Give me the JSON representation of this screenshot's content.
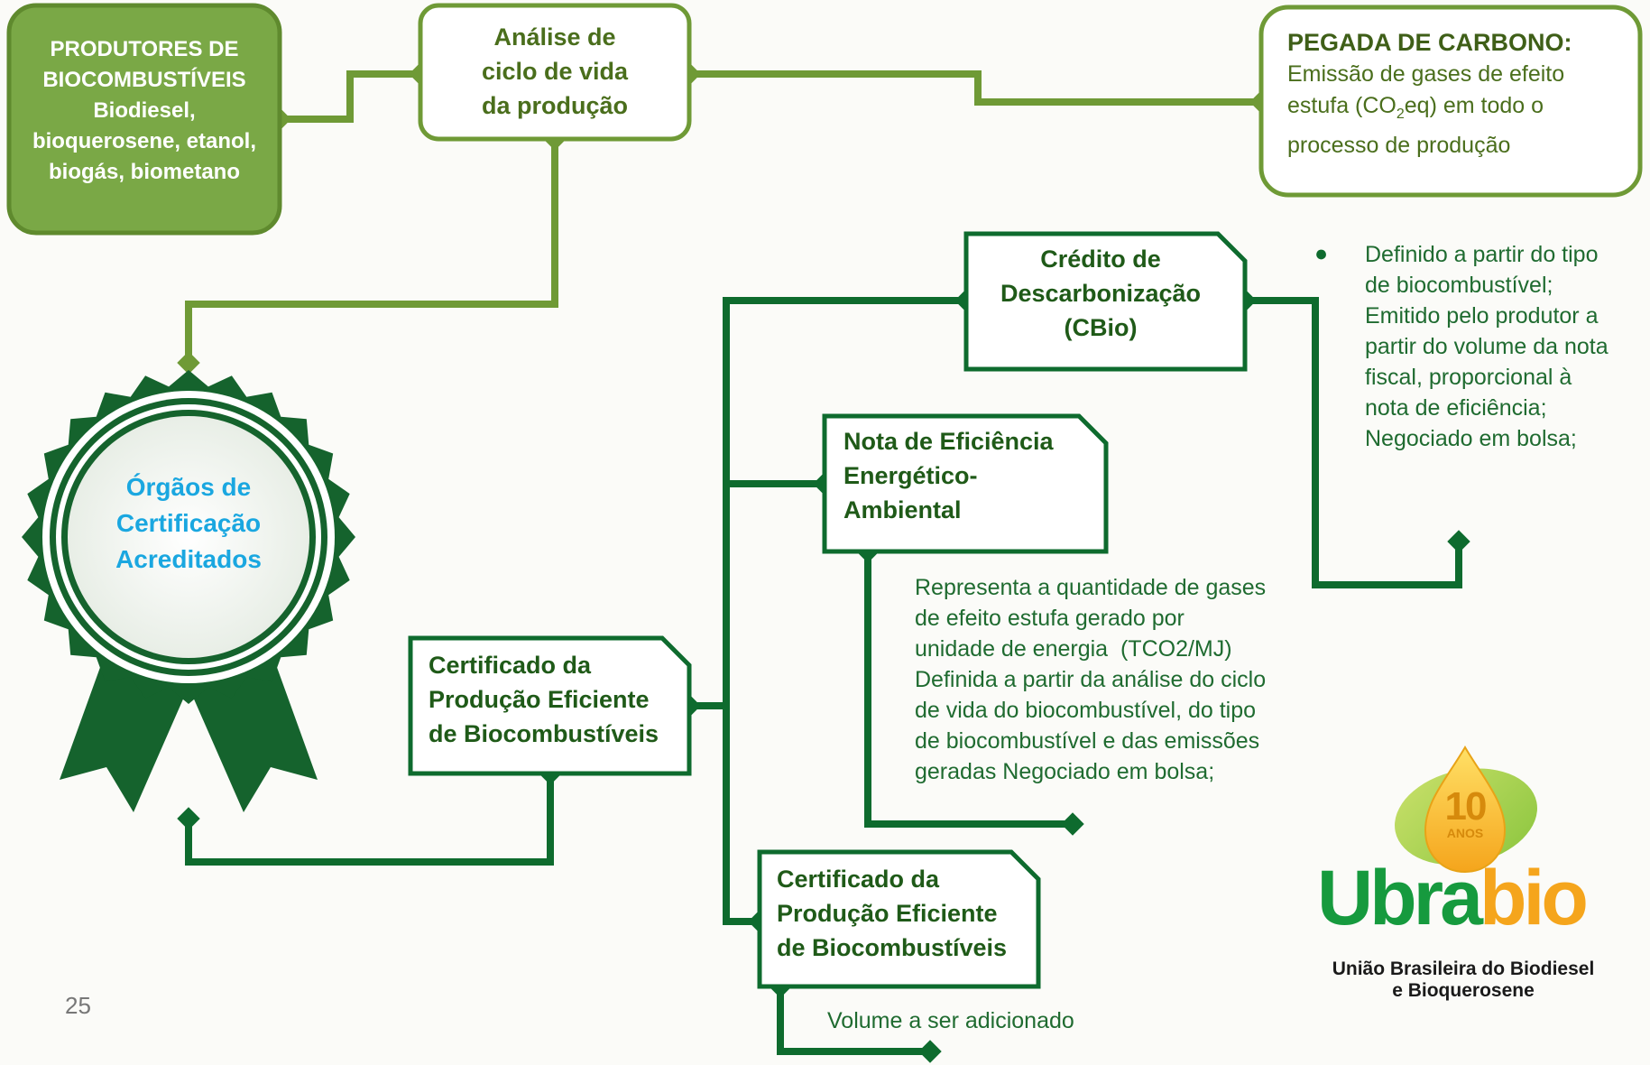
{
  "producers": {
    "title": "PRODUTORES DE BIOCOMBUSTÍVEIS",
    "lines": [
      "Biodiesel,",
      "bioquerosene, etanol,",
      "biogás, biometano"
    ]
  },
  "lifecycle": {
    "lines": [
      "Análise de",
      "ciclo de vida",
      "da produção"
    ]
  },
  "carbon": {
    "title": "PEGADA DE CARBONO:",
    "line1": "Emissão de gases de efeito",
    "line2_pre": "estufa (CO",
    "line2_sub": "2",
    "line2_post": "eq) em todo o",
    "line3": "processo de produção"
  },
  "cbio": {
    "lines": [
      "Crédito de",
      "Descarbonização",
      "(CBio)"
    ],
    "bullets": [
      "Definido a partir do tipo de biocombustível;",
      "Emitido pelo produtor a partir do volume da nota fiscal, proporcional à nota de eficiência;",
      "Negociado em bolsa;"
    ]
  },
  "nota": {
    "lines": [
      "Nota de Eficiência",
      "Energético-",
      "Ambiental"
    ],
    "description": [
      "Representa a quantidade de gases",
      "de efeito estufa gerado por",
      "unidade de energia  (TCO2/MJ)",
      "Definida a partir da análise do ciclo",
      "de vida do biocombustível, do tipo",
      "de biocombustível e das emissões",
      "geradas Negociado em bolsa;"
    ]
  },
  "cert_left": {
    "lines": [
      "Certificado da",
      "Produção Eficiente",
      "de Biocombustíveis"
    ]
  },
  "cert_bottom": {
    "lines": [
      "Certificado da",
      "Produção Eficiente",
      "de Biocombustíveis"
    ],
    "note": "Volume a ser adicionado"
  },
  "badge": {
    "lines": [
      "Órgãos de",
      "Certificação",
      "Acreditados"
    ]
  },
  "logo": {
    "badge_number": "10",
    "badge_word": "ANOS",
    "name_part1": "Ubra",
    "name_part2": "bio",
    "tagline_line1": "União Brasileira do Biodiesel",
    "tagline_line2": "e Bioquerosene"
  },
  "page_number": "25",
  "colors": {
    "olive": "#6f9a36",
    "light_green": "#7aa846",
    "dark_green": "#0e6b2e",
    "badge_green": "#15632d",
    "badge_text": "#1aa7e0",
    "logo_green": "#169a3e",
    "logo_orange": "#f5a51c"
  }
}
